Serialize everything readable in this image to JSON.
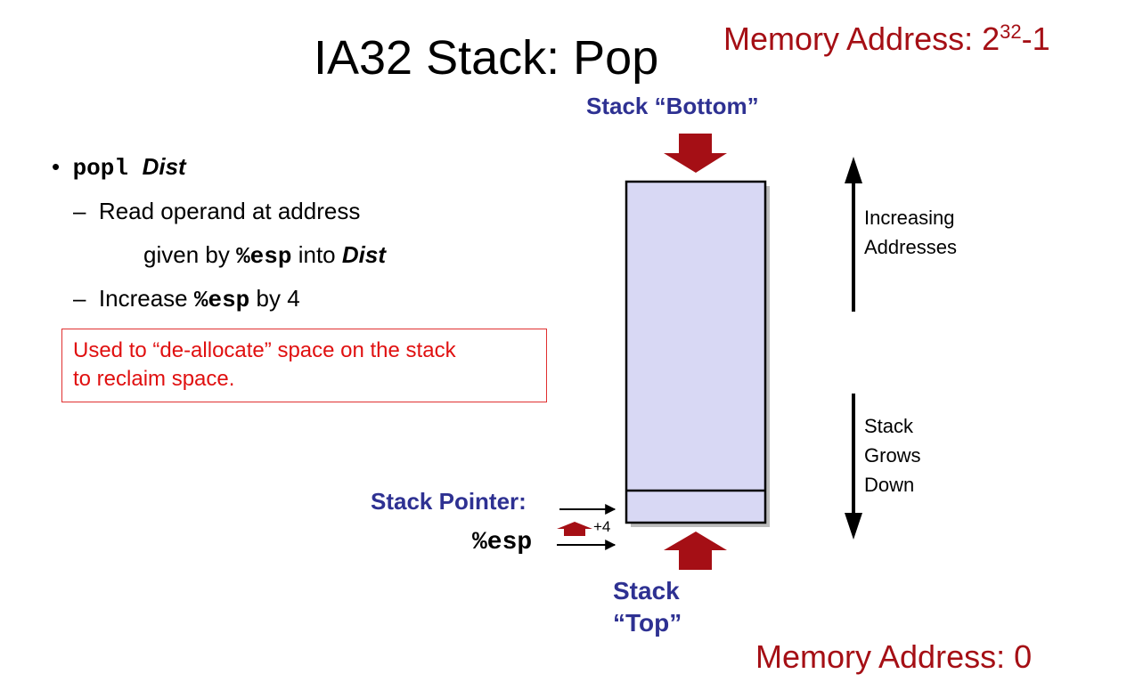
{
  "title": "IA32 Stack: Pop",
  "memory_address_top": {
    "prefix": "Memory Address: 2",
    "exponent": "32",
    "suffix": "-1"
  },
  "memory_address_bottom": "Memory Address: 0",
  "stack_bottom_label": "Stack “Bottom”",
  "stack_top_label": [
    "Stack",
    "“Top”"
  ],
  "stack_pointer_label": "Stack Pointer:",
  "esp_label": "%esp",
  "increment_label": "+4",
  "increasing_addresses": [
    "Increasing",
    "Addresses"
  ],
  "stack_grows_down": [
    "Stack",
    "Grows",
    "Down"
  ],
  "bullets": {
    "main": {
      "code": "popl",
      "operand": "Dist"
    },
    "sub1_line1": "Read operand at address",
    "sub1_line2": {
      "prefix": "given by ",
      "code": "%esp",
      "middle": " into ",
      "operand": "Dist"
    },
    "sub2": {
      "prefix": "Increase ",
      "code": "%esp",
      "suffix": " by 4"
    }
  },
  "note": [
    "Used to “de-allocate” space on the stack",
    "to reclaim space."
  ],
  "colors": {
    "accent_red": "#a50f15",
    "label_blue": "#2e3192",
    "stack_fill": "#d8d8f4",
    "note_red": "#e01010"
  }
}
